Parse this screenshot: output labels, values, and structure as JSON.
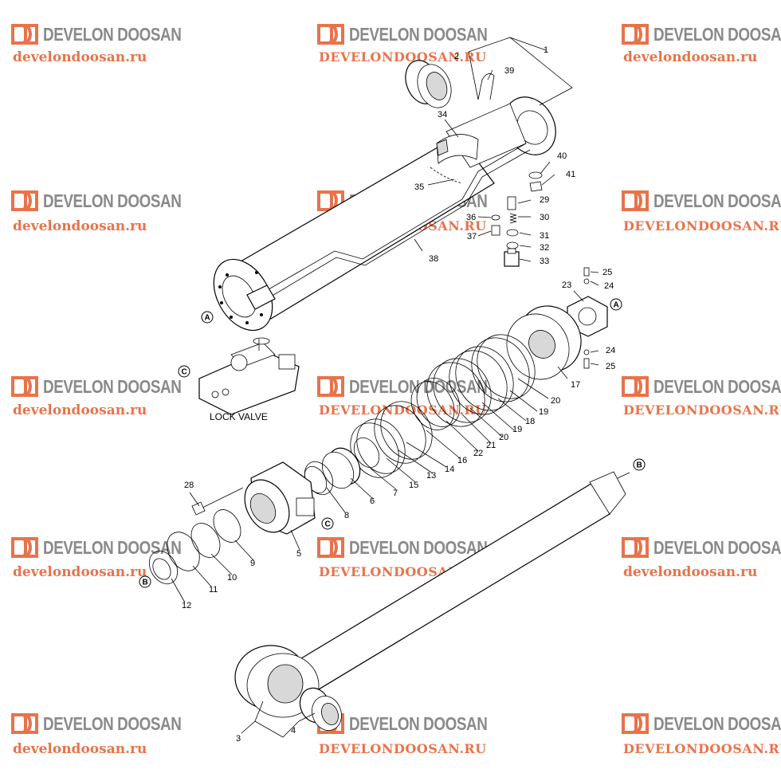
{
  "watermark": {
    "brand": "DEVELON DOOSAN",
    "url_lower": "develondoosan.ru",
    "url_upper": "DEVELONDOOSAN.RU"
  },
  "labels": {
    "lock_valve": "LOCK VALVE",
    "callout_a": "A",
    "callout_b": "B",
    "callout_c": "C"
  },
  "parts": [
    "1",
    "2",
    "3",
    "4",
    "5",
    "6",
    "7",
    "8",
    "9",
    "10",
    "11",
    "12",
    "13",
    "14",
    "15",
    "16",
    "17",
    "18",
    "19",
    "20",
    "21",
    "22",
    "23",
    "24",
    "25",
    "28",
    "29",
    "30",
    "31",
    "32",
    "33",
    "34",
    "35",
    "36",
    "37",
    "38",
    "39",
    "40",
    "41"
  ]
}
